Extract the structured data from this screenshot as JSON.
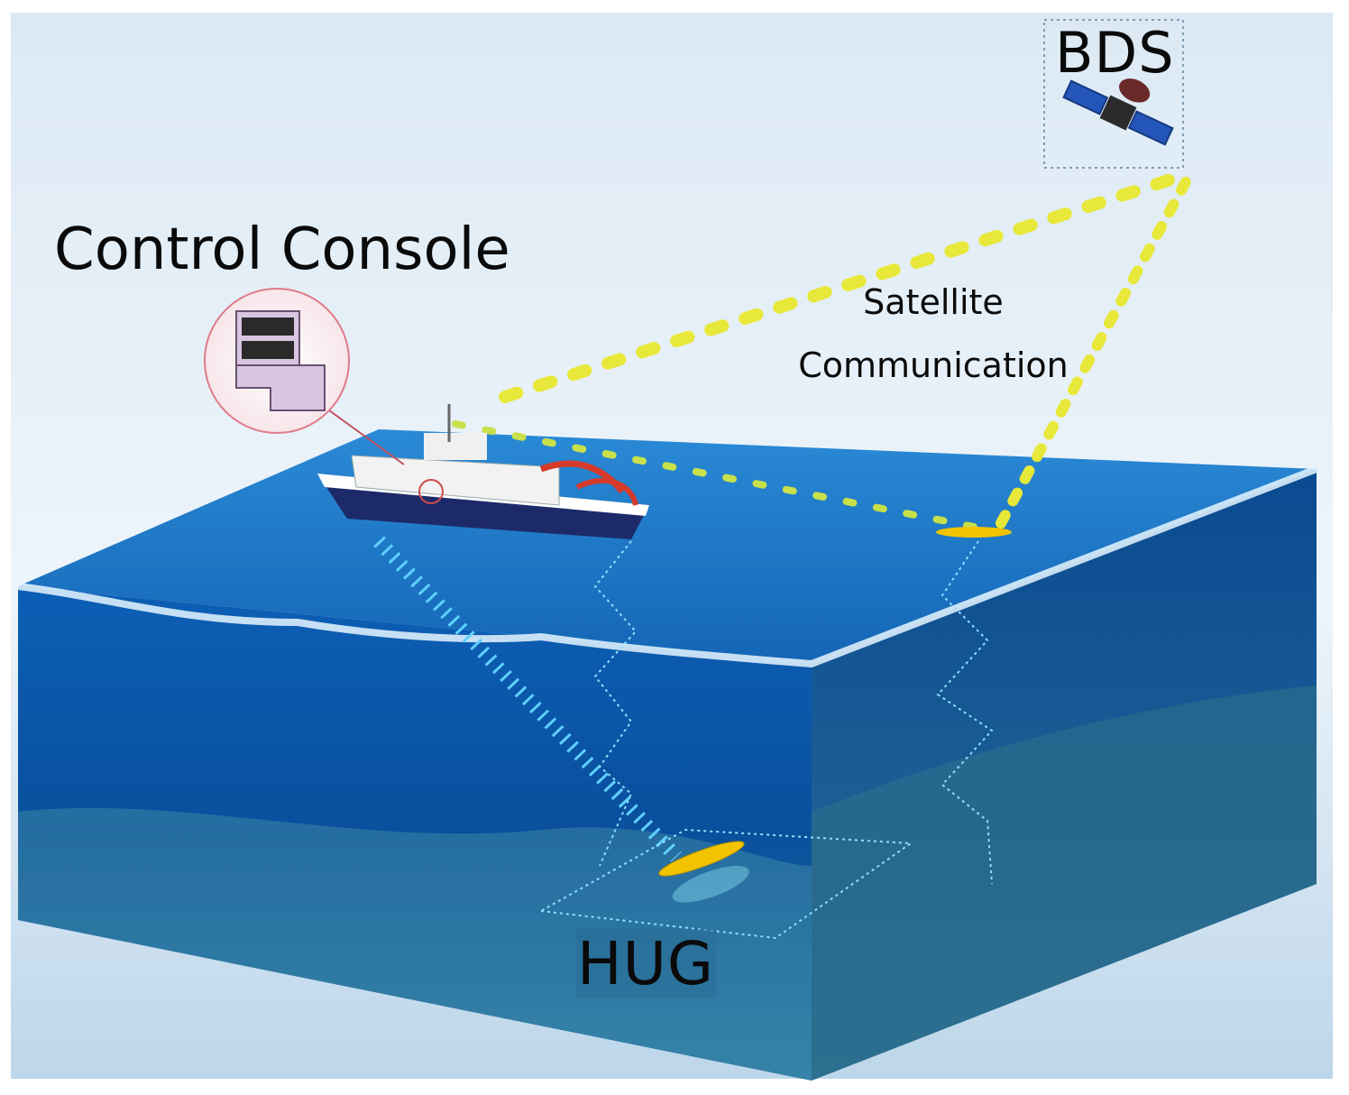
{
  "labels": {
    "bds": "BDS",
    "control_console": "Control Console",
    "satellite_line1": "Satellite",
    "satellite_line2": "Communication",
    "hug": "HUG"
  },
  "colors": {
    "sky_top": "#dbe9f5",
    "sky_bottom": "#a9c8e3",
    "ocean_surface": "#1f78c8",
    "ocean_front": "#0b4f9e",
    "ocean_side": "#0a3f86",
    "signal_yellow": "#e8e83a",
    "acoustic_blue": "#5fd0ff",
    "glider_yellow": "#f2c400",
    "console_circle": "#e07b8a"
  },
  "icons": [
    "satellite-icon",
    "ship-icon",
    "control-console-icon",
    "glider-icon"
  ]
}
